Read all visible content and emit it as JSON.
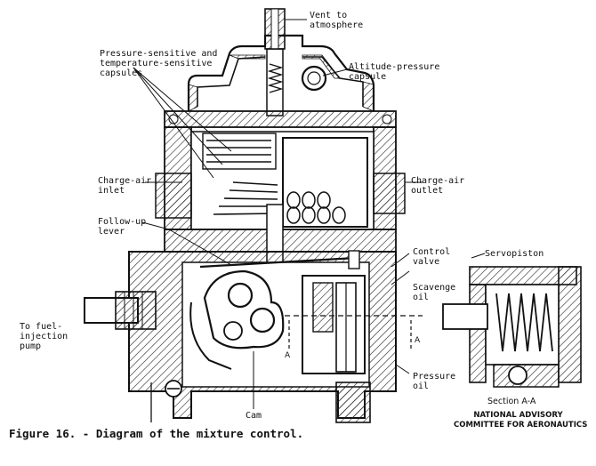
{
  "labels": {
    "vent": "Vent to\natmosphere",
    "capsules": "Pressure-sensitive and\ntemperature-sensitive\ncapsules",
    "altitude": "Altitude-pressure\ncapsule",
    "charge_inlet": "Charge-air\ninlet",
    "charge_outlet": "Charge-air\noutlet",
    "follow_up": "Follow-up\nlever",
    "control_valve": "Control\nvalve",
    "servopiston": "Servopiston",
    "scavenge": "Scavenge\noil",
    "fuel_pump": "To fuel-\ninjection\npump",
    "pressure_oil": "Pressure\noil",
    "cam": "Cam",
    "section": "Section A-A",
    "marker_a": "A"
  },
  "caption": "Figure 16. - Diagram of the mixture control.",
  "credit": "NATIONAL ADVISORY\nCOMMITTEE FOR AERONAUTICS"
}
